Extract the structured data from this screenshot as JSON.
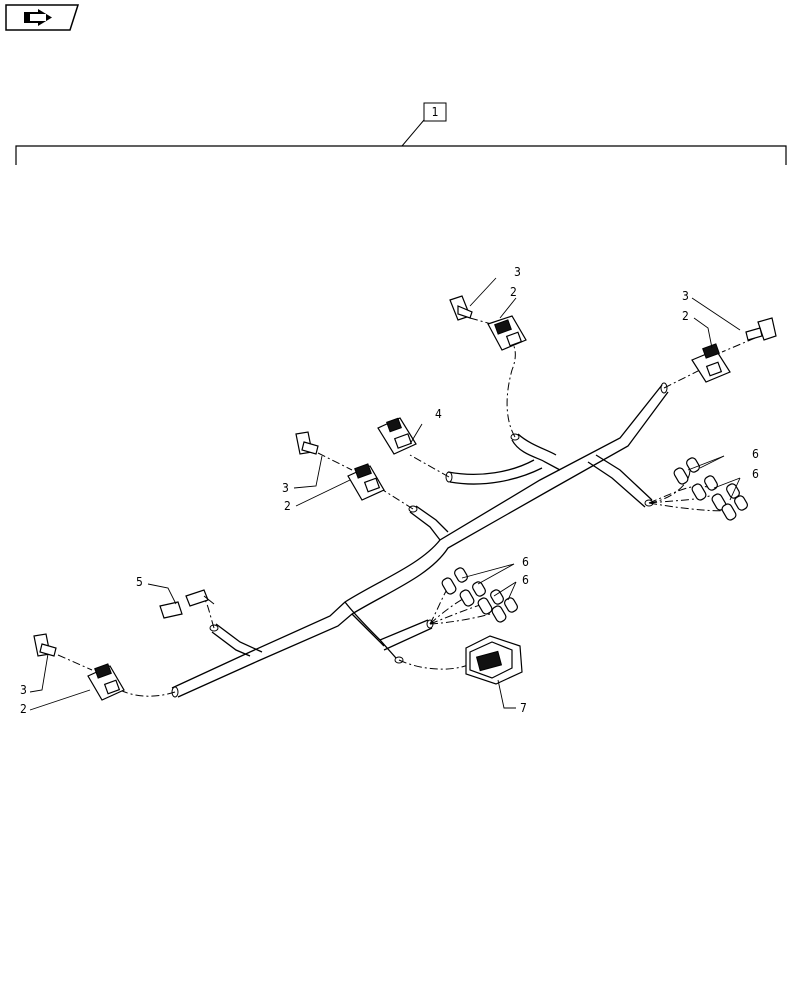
{
  "header": {
    "nav_icon": "next-page-arrow-icon"
  },
  "assembly": {
    "ref_label": "1"
  },
  "callouts": {
    "c3a": "3",
    "c2a": "2",
    "c3b": "3",
    "c2b": "2",
    "c4": "4",
    "c3c": "3",
    "c2c": "2",
    "c6a": "6",
    "c6b": "6",
    "c5": "5",
    "c6c": "6",
    "c6d": "6",
    "c3d": "3",
    "c2d": "2",
    "c7": "7"
  },
  "colors": {
    "line": "#000000",
    "background": "#ffffff"
  }
}
